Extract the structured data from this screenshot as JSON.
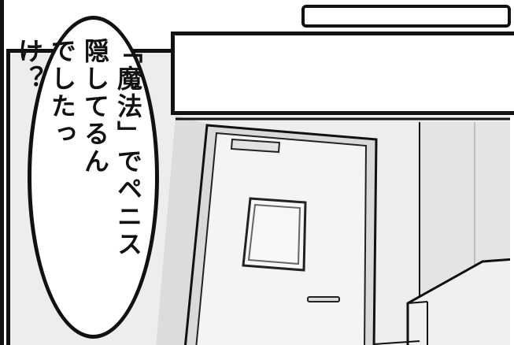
{
  "speech_bubble": {
    "lines": [
      "「魔法」でペニス",
      "隠してるん",
      "でしたっ",
      "け？"
    ]
  },
  "colors": {
    "ink": "#111111",
    "wall": "#e6e6e6",
    "door": "#f2f2f2",
    "shadow": "#cfcfcf"
  }
}
